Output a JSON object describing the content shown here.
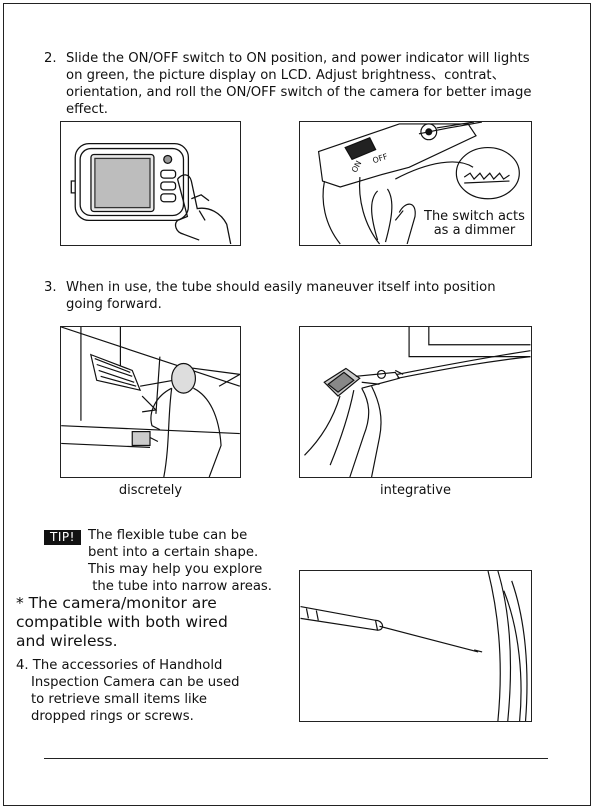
{
  "step2": {
    "number": "2.",
    "lines": [
      "Slide the ON/OFF switch to ON position, and power indicator will lights",
      "on green,  the picture display on LCD. Adjust brightness、contrat、",
      "orientation, and roll the ON/OFF switch of the camera for better image",
      "effect."
    ],
    "image2_label_on": "ON",
    "image2_label_off": "OFF",
    "switch_note_line1": "The switch acts",
    "switch_note_line2": "as a dimmer"
  },
  "step3": {
    "number": "3.",
    "lines": [
      "When in use, the tube should easily maneuver itself into position",
      "going forward."
    ],
    "caption_left": "discretely",
    "caption_right": "integrative"
  },
  "tip": {
    "badge": "TIP!",
    "lines": [
      "The flexible tube can be",
      "bent into a certain shape.",
      "This may help you explore",
      " the tube into narrow areas."
    ]
  },
  "note": {
    "lines": [
      "* The camera/monitor are",
      "compatible with both wired",
      "and wireless."
    ]
  },
  "step4": {
    "first_line": "4. The accessories of Handhold",
    "lines": [
      "Inspection Camera can be used",
      "to retrieve small items like",
      "dropped rings or screws."
    ]
  },
  "colors": {
    "ink": "#111111",
    "paper": "#ffffff"
  },
  "icons": [
    "monitor-illustration",
    "camera-switch-illustration",
    "ceiling-inspection-illustration",
    "handheld-camera-illustration",
    "retrieval-hook-illustration"
  ]
}
